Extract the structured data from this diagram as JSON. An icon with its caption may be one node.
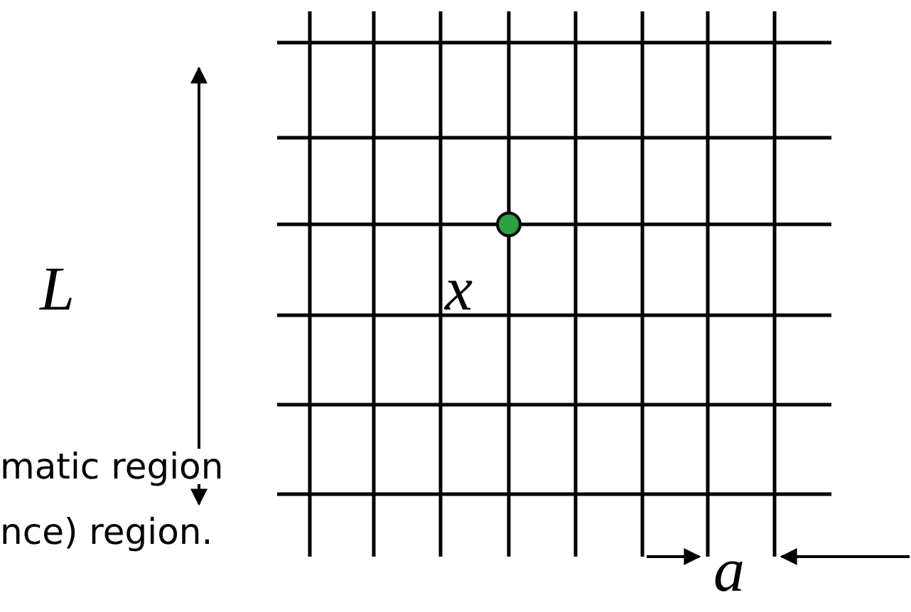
{
  "diagram": {
    "labels": [
      "L",
      "x",
      "matic region",
      "nce) region.",
      "a"
    ]
  }
}
